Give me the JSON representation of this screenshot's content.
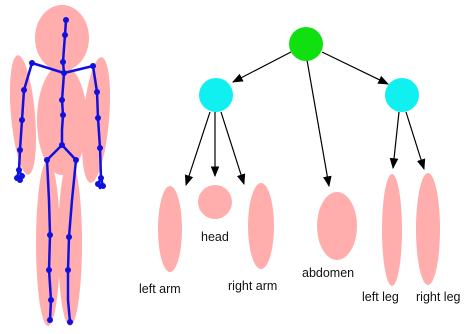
{
  "colors": {
    "part_fill": "#ffadad",
    "skeleton": "#1010e0",
    "root_node": "#10e010",
    "mid_node": "#10f0f0",
    "edge": "#000000",
    "background": "#ffffff"
  },
  "diagram": {
    "root": {
      "id": "root"
    },
    "groups": [
      {
        "id": "left-group",
        "children": [
          "left-arm",
          "head",
          "right-arm"
        ]
      },
      {
        "id": "right-group",
        "children": [
          "left-leg",
          "right-leg"
        ]
      }
    ],
    "direct_children_of_root": [
      "abdomen"
    ],
    "labels": {
      "left_arm": "left arm",
      "head": "head",
      "right_arm": "right arm",
      "abdomen": "abdomen",
      "left_leg": "left leg",
      "right_leg": "right leg"
    }
  },
  "figure": {
    "body_parts": [
      "head",
      "left-arm",
      "torso",
      "right-arm",
      "left-leg",
      "right-leg"
    ]
  }
}
